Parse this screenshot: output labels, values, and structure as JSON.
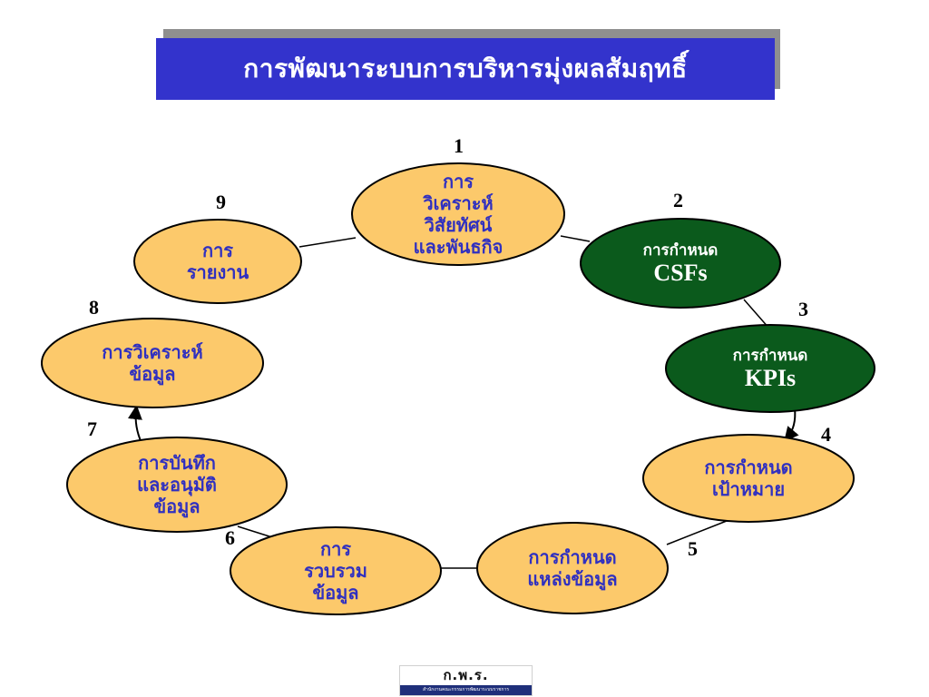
{
  "title": "การพัฒนาระบบการบริหารมุ่งผลสัมฤทธิ์",
  "colors": {
    "title_bg": "#3333cc",
    "yellow_node": "#fcc96b",
    "green_node": "#0b5a1c",
    "node_text_blue": "#3030c0"
  },
  "nodes": [
    {
      "number": "1",
      "lines": [
        "การ",
        "วิเคราะห์",
        "วิสัยทัศน์",
        "และพันธกิจ"
      ]
    },
    {
      "number": "2",
      "line1": "การกำหนด",
      "line2": "CSFs"
    },
    {
      "number": "3",
      "line1": "การกำหนด",
      "line2": "KPIs"
    },
    {
      "number": "4",
      "lines": [
        "การกำหนด",
        "เป้าหมาย"
      ]
    },
    {
      "number": "5",
      "lines": [
        "การกำหนด",
        "แหล่งข้อมูล"
      ]
    },
    {
      "number": "6",
      "lines": [
        "การ",
        "รวบรวม",
        "ข้อมูล"
      ]
    },
    {
      "number": "7",
      "lines": [
        "การบันทึก",
        "และอนุมัติ",
        "ข้อมูล"
      ]
    },
    {
      "number": "8",
      "lines": [
        "การวิเคราะห์",
        "ข้อมูล"
      ]
    },
    {
      "number": "9",
      "lines": [
        "การ",
        "รายงาน"
      ]
    }
  ],
  "logo": {
    "text": "ก.พ.ร.",
    "subtitle": "สำนักงานคณะกรรมการพัฒนาระบบราชการ"
  }
}
